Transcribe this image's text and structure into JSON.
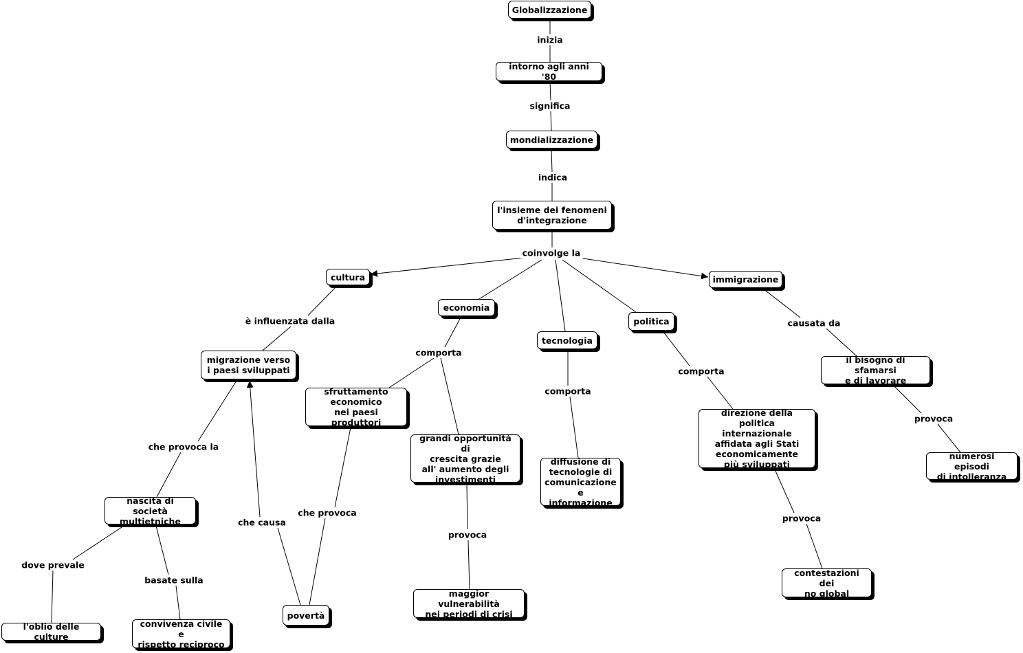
{
  "concepts": {
    "globalizzazione": "Globalizzazione",
    "anni80": "intorno agli anni '80",
    "mondializzazione": "mondializzazione",
    "insieme": "l'insieme dei fenomeni\nd'integrazione",
    "cultura": "cultura",
    "economia": "economia",
    "tecnologia": "tecnologia",
    "politica": "politica",
    "immigrazione": "immigrazione",
    "migrazione": "migrazione verso\ni paesi sviluppati",
    "sfruttamento": "sfruttamento\neconomico\nnei paesi produttori",
    "opportunita": "grandi opportunità di\ncrescita grazie\nall' aumento degli\ninvestimenti",
    "diffusione": "diffusione di\ntecnologie di\ncomunicazione\ne informazione",
    "direzione": "direzione della politica\ninternazionale\naffidata agli Stati\neconomicamente\npiù sviluppati",
    "bisogno": "il bisogno di sfamarsi\ne di lavorare",
    "episodi": "numerosi episodi\ndi intolleranza",
    "nascita": "nascita di società\nmultietniche",
    "poverta": "povertà",
    "vulnerabilita": "maggior vulnerabilità\nnei periodi di crisi",
    "contestazioni": "contestazioni dei\nno global",
    "oblio": "l'oblio delle culture",
    "convivenza": "convivenza civile e\nrispetto reciproco"
  },
  "linking_phrases": {
    "inizia": "inizia",
    "significa": "significa",
    "indica": "indica",
    "coinvolge": "coinvolge la",
    "influenzata": "è influenzata dalla",
    "comporta_econ": "comporta",
    "comporta_tec": "comporta",
    "comporta_pol": "comporta",
    "causata": "causata da",
    "provoca_bisogno": "provoca",
    "provoca_opp": "provoca",
    "provoca_dir": "provoca",
    "che_provoca_la": "che provoca la",
    "che_provoca": "che provoca",
    "che_causa": "che causa",
    "dove_prevale": "dove prevale",
    "basate_sulla": "basate sulla"
  }
}
